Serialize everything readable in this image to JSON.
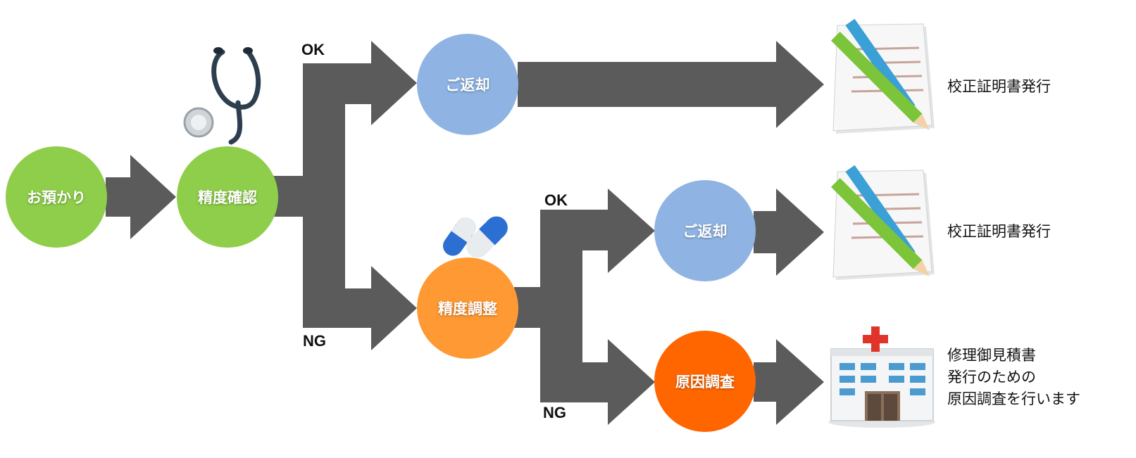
{
  "colors": {
    "arrow": "#5b5b5b",
    "green": "#8fce4a",
    "blue": "#8fb4e3",
    "orange_light": "#ff9933",
    "orange_dark": "#ff6600",
    "label_text": "#111111"
  },
  "nodes": {
    "receive": "お預かり",
    "check": "精度確認",
    "return1": "ご返却",
    "adjust": "精度調整",
    "return2": "ご返却",
    "investigate": "原因調査"
  },
  "edges": {
    "ok1": "OK",
    "ng1": "NG",
    "ok2": "OK",
    "ng2": "NG"
  },
  "outcomes": {
    "cert1": "校正証明書発行",
    "cert2": "校正証明書発行",
    "estimate_lines": [
      "修理御見積書",
      "発行のための",
      "原因調査を行います"
    ]
  },
  "icons": {
    "check": "stethoscope-icon",
    "adjust": "capsule-pills-icon",
    "cert": "document-pencil-icon",
    "repair": "hospital-building-icon"
  }
}
